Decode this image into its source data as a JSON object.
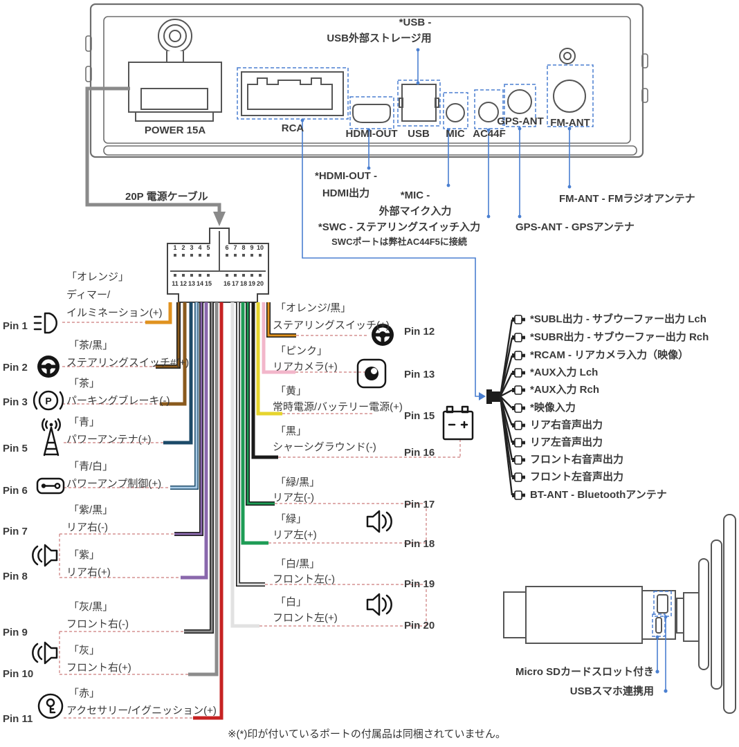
{
  "accent_blue": "#4A7FD0",
  "wire_colors": {
    "orange": "#E0921F",
    "brown": "#8A5A1E",
    "black": "#1A1A1A",
    "navy": "#1C4A68",
    "light_blue": "#A9CBE6",
    "purple": "#8A68AC",
    "gray": "#8C8C8C",
    "red": "#C62222",
    "yellow": "#E6D42E",
    "pink": "#F2B6CA",
    "green": "#1E9C55",
    "white": "#E2E2E2"
  },
  "unit": {
    "ports": {
      "power": "POWER 15A",
      "rca": "RCA",
      "hdmi": "HDMI-OUT",
      "usb": "USB",
      "mic": "MIC",
      "ac44f": "AC44F",
      "gps": "GPS-ANT",
      "fm": "FM-ANT"
    }
  },
  "annotations": {
    "usb1": "*USB -",
    "usb2": "USB外部ストレージ用",
    "hdmi1": "*HDMI-OUT -",
    "hdmi2": "HDMI出力",
    "mic1": "*MIC -",
    "mic2": "外部マイク入力",
    "swc1": "*SWC - ステアリングスイッチ入力",
    "swc2": "SWCポートは弊社AC44F5に接続",
    "gps": "GPS-ANT - GPSアンテナ",
    "fm": "FM-ANT - FMラジオアンテナ"
  },
  "power_cable_label": "20P 電源ケーブル",
  "connector": {
    "pin_numbers": [
      "1",
      "2",
      "3",
      "4",
      "5",
      "6",
      "7",
      "8",
      "9",
      "10",
      "11",
      "12",
      "13",
      "14",
      "15",
      "16",
      "17",
      "18",
      "19",
      "20"
    ]
  },
  "pins_left": [
    {
      "pin": "Pin 1",
      "color_name": "「オレンジ」",
      "desc1": "ディマー/",
      "desc2": "イルミネーション(+)",
      "icon": "headlight"
    },
    {
      "pin": "Pin 2",
      "color_name": "「茶/黒」",
      "desc1": "ステアリングスイッチ#(+)",
      "icon": "steering-wheel"
    },
    {
      "pin": "Pin 3",
      "color_name": "「茶」",
      "desc1": "パーキングブレーキ(-)",
      "icon": "parking-brake"
    },
    {
      "pin": "Pin 5",
      "color_name": "「青」",
      "desc1": "パワーアンテナ(+)",
      "icon": "power-antenna"
    },
    {
      "pin": "Pin 6",
      "color_name": "「青/白」",
      "desc1": "パワーアンプ制御(+)",
      "icon": "amplifier"
    },
    {
      "pin": "Pin 7",
      "color_name": "「紫/黒」",
      "desc1": "リア右(-)",
      "icon": "speaker"
    },
    {
      "pin": "Pin 8",
      "color_name": "「紫」",
      "desc1": "リア右(+)",
      "icon": "speaker"
    },
    {
      "pin": "Pin 9",
      "color_name": "「灰/黒」",
      "desc1": "フロント右(-)",
      "icon": "speaker"
    },
    {
      "pin": "Pin 10",
      "color_name": "「灰」",
      "desc1": "フロント右(+)",
      "icon": "speaker"
    },
    {
      "pin": "Pin 11",
      "color_name": "「赤」",
      "desc1": "アクセサリー/イグニッション(+)",
      "icon": "ignition-key"
    }
  ],
  "pins_right": [
    {
      "pin": "Pin 12",
      "color_name": "「オレンジ/黒」",
      "desc1": "ステアリングスイッチ(+)",
      "icon": "steering-wheel"
    },
    {
      "pin": "Pin 13",
      "color_name": "「ピンク」",
      "desc1": "リアカメラ(+)",
      "icon": "rear-camera"
    },
    {
      "pin": "Pin 15",
      "color_name": "「黄」",
      "desc1": "常時電源/バッテリー電源(+)",
      "icon": "battery"
    },
    {
      "pin": "Pin 16",
      "color_name": "「黒」",
      "desc1": "シャーシグラウンド(-)",
      "icon": "battery"
    },
    {
      "pin": "Pin 17",
      "color_name": "「緑/黒」",
      "desc1": "リア左(-)",
      "icon": "speaker"
    },
    {
      "pin": "Pin 18",
      "color_name": "「緑」",
      "desc1": "リア左(+)",
      "icon": "speaker"
    },
    {
      "pin": "Pin 19",
      "color_name": "「白/黒」",
      "desc1": "フロント左(-)",
      "icon": "speaker"
    },
    {
      "pin": "Pin 20",
      "color_name": "「白」",
      "desc1": "フロント左(+)",
      "icon": "speaker"
    }
  ],
  "rca_outputs": [
    "*SUBL出力 - サブウーファー出力 Lch",
    "*SUBR出力 - サブウーファー出力 Rch",
    "*RCAM - リアカメラ入力（映像）",
    "*AUX入力 Lch",
    "*AUX入力 Rch",
    "*映像入力",
    "リア右音声出力",
    "リア左音声出力",
    "フロント右音声出力",
    "フロント左音声出力",
    "BT-ANT - Bluetoothアンテナ"
  ],
  "icons": {
    "parking_letter": "P"
  },
  "dongle": {
    "sd_label": "Micro SDカードスロット付き",
    "usb_label": "USBスマホ連携用"
  },
  "footer_note": "※(*)印が付いているポートの付属品は同梱されていません。"
}
